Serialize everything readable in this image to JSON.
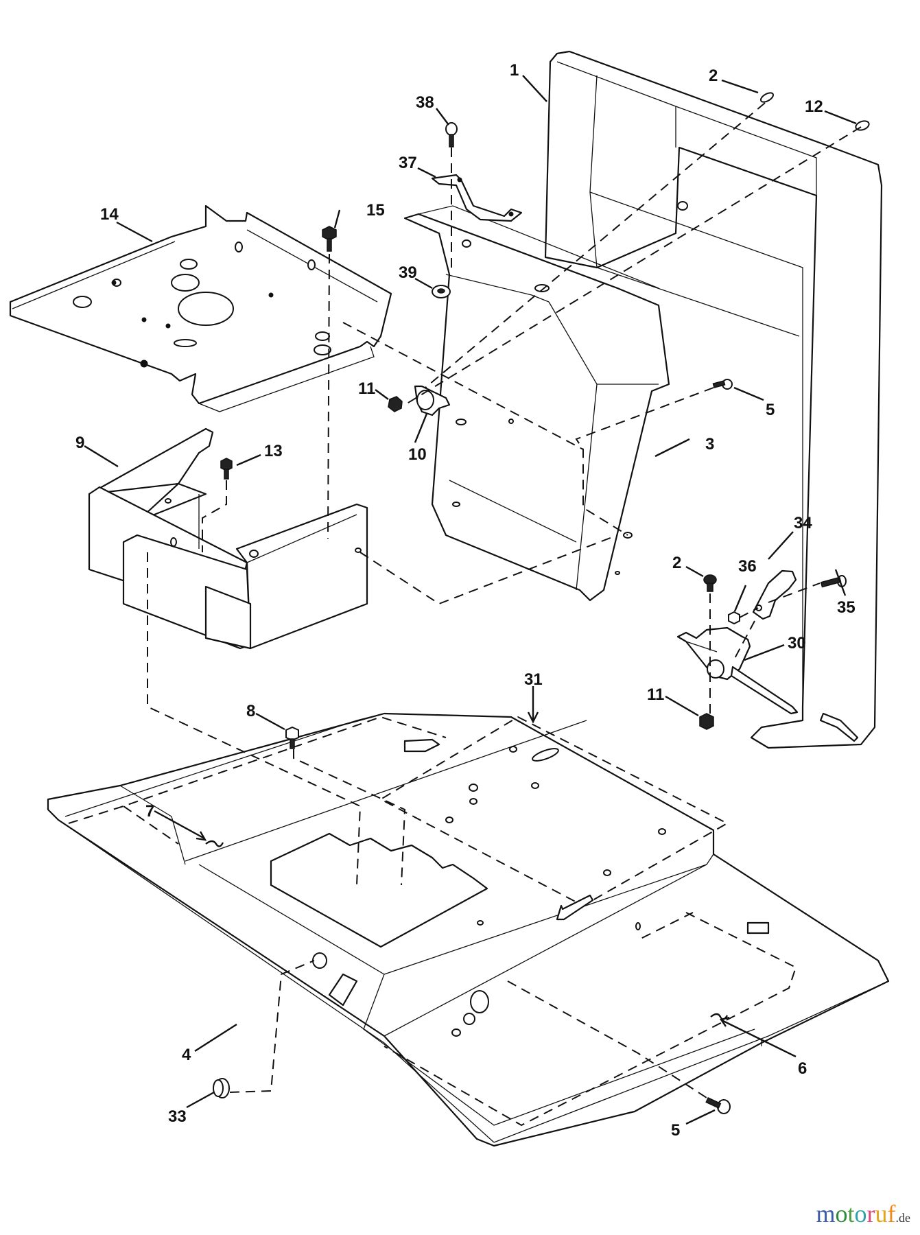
{
  "diagram": {
    "type": "exploded-parts-view",
    "callouts": [
      {
        "id": "c1",
        "label": "1"
      },
      {
        "id": "c2a",
        "label": "2"
      },
      {
        "id": "c12",
        "label": "12"
      },
      {
        "id": "c38",
        "label": "38"
      },
      {
        "id": "c37",
        "label": "37"
      },
      {
        "id": "c14",
        "label": "14"
      },
      {
        "id": "c15",
        "label": "15"
      },
      {
        "id": "c39",
        "label": "39"
      },
      {
        "id": "c11a",
        "label": "11"
      },
      {
        "id": "c10",
        "label": "10"
      },
      {
        "id": "c5a",
        "label": "5"
      },
      {
        "id": "c3",
        "label": "3"
      },
      {
        "id": "c9",
        "label": "9"
      },
      {
        "id": "c13",
        "label": "13"
      },
      {
        "id": "c34",
        "label": "34"
      },
      {
        "id": "c2b",
        "label": "2"
      },
      {
        "id": "c36",
        "label": "36"
      },
      {
        "id": "c35",
        "label": "35"
      },
      {
        "id": "c30",
        "label": "30"
      },
      {
        "id": "c11b",
        "label": "11"
      },
      {
        "id": "c31",
        "label": "31"
      },
      {
        "id": "c8",
        "label": "8"
      },
      {
        "id": "c7",
        "label": "7"
      },
      {
        "id": "c4",
        "label": "4"
      },
      {
        "id": "c33",
        "label": "33"
      },
      {
        "id": "c6",
        "label": "6"
      },
      {
        "id": "c5b",
        "label": "5"
      }
    ]
  },
  "watermark": {
    "letters": [
      "m",
      "o",
      "t",
      "o",
      "r",
      "u",
      "f"
    ],
    "colors": [
      "#3b5bab",
      "#2e8b3a",
      "#4a9e3f",
      "#2fa0a8",
      "#e0457b",
      "#e8a417",
      "#f08a1a"
    ],
    "tld": ".de"
  }
}
